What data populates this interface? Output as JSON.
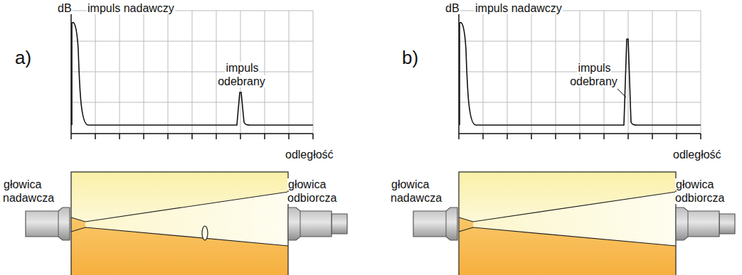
{
  "diagram": {
    "labels": [
      "a)",
      "dB",
      "impuls nadawczy",
      "impuls odebrany",
      "odległość",
      "głowica nadawcza",
      "głowica odbiorcza",
      "b)",
      "dB",
      "impuls nadawczy",
      "impuls odebrany",
      "odległość",
      "głowica nadawcza",
      "głowica odbiorcza"
    ]
  }
}
